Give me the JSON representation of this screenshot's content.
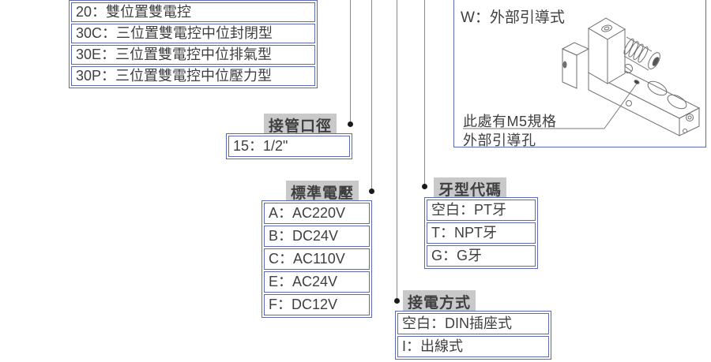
{
  "colors": {
    "border_blue": "#5c6bb0",
    "label_bg": "#c9c9c9",
    "text": "#3f3f3f",
    "connector_line": "#8a8a8a",
    "bullet_dot": "#1a1a1a",
    "drawing_stroke": "#6f6f6f"
  },
  "markers": {
    "bullet": "filled-circle"
  },
  "legend": {
    "position_table": {
      "rows": [
        "20：雙位置雙電控",
        "30C：三位置雙電控中位封閉型",
        "30E：三位置雙電控中位排氣型",
        "30P：三位置雙電控中位壓力型"
      ]
    },
    "port_size": {
      "label": "接管口徑",
      "rows": [
        "15：1/2\""
      ]
    },
    "voltage": {
      "label": "標準電壓",
      "rows": [
        "A：AC220V",
        "B：DC24V",
        "C：AC110V",
        "E：AC24V",
        "F：DC12V"
      ]
    },
    "thread": {
      "label": "牙型代碼",
      "rows": [
        "空白：PT牙",
        "T：NPT牙",
        "G：G牙"
      ]
    },
    "wiring": {
      "label": "接電方式",
      "rows": [
        "空白：DIN插座式",
        "I：出線式"
      ]
    },
    "pilot": {
      "code_label": "W：外部引導式",
      "note_line1": "此處有M5規格",
      "note_line2": "外部引導孔"
    }
  }
}
